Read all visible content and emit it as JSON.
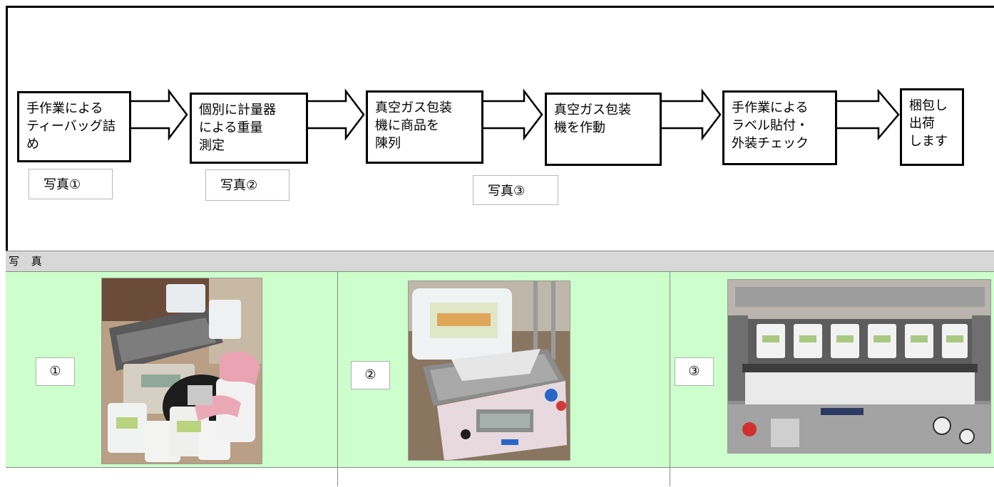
{
  "steps": [
    {
      "text": "手作業による\nティーバッグ詰\nめ"
    },
    {
      "text": "個別に計量器\nによる重量\n測定"
    },
    {
      "text": "真空ガス包装\n機に商品を\n陳列"
    },
    {
      "text": "真空ガス包装\n機を作動"
    },
    {
      "text": "手作業による\nラベル貼付・\n外装チェック"
    },
    {
      "text": "梱包し\n出荷\nします"
    }
  ],
  "photo_labels": [
    "写真①",
    "写真②",
    "写真③"
  ],
  "section_title": "写 真",
  "photos": [
    {
      "number": "①",
      "icon": "photo-tea-bag-filling"
    },
    {
      "number": "②",
      "icon": "photo-weighing-scale"
    },
    {
      "number": "③",
      "icon": "photo-vacuum-packaging-machine"
    }
  ],
  "colors": {
    "cell_bg": "#ccffcc",
    "header_bg": "#d8d8d8"
  }
}
